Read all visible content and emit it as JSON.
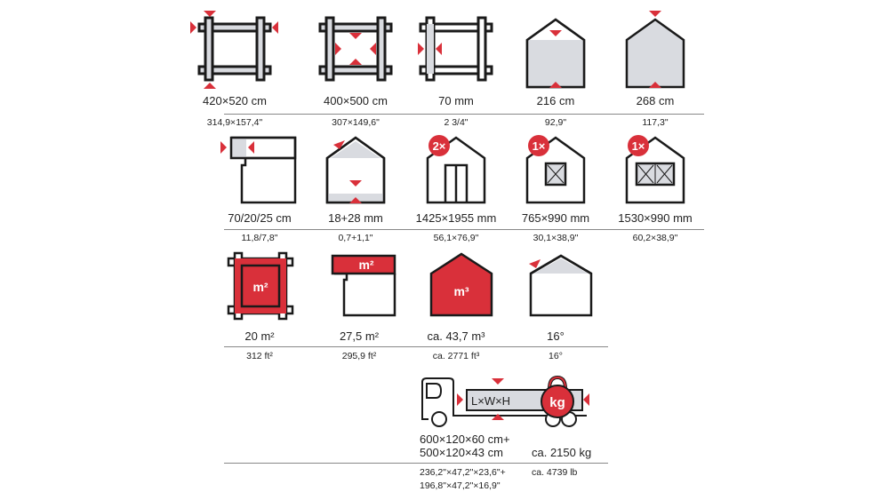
{
  "colors": {
    "accent": "#d9303a",
    "fill": "#d9dbe0",
    "stroke": "#1a1a1a"
  },
  "rows": [
    [
      {
        "icon": "frame-outer-icon",
        "label": "420×520 cm",
        "sub": "314,9×157,4\""
      },
      {
        "icon": "frame-inner-icon",
        "label": "400×500 cm",
        "sub": "307×149,6\""
      },
      {
        "icon": "wall-thickness-icon",
        "label": "70 mm",
        "sub": "2  3/4\""
      },
      {
        "icon": "side-height-icon",
        "label": "216 cm",
        "sub": "92,9\""
      },
      {
        "icon": "ridge-height-icon",
        "label": "268 cm",
        "sub": "117,3\""
      }
    ],
    [
      {
        "icon": "roof-overhang-icon",
        "label": "70/20/25 cm",
        "sub": "11,8/7,8\""
      },
      {
        "icon": "roof-floor-thickness-icon",
        "label": "18+28 mm",
        "sub": "0,7+1,1\""
      },
      {
        "icon": "door-icon",
        "badge": "2×",
        "label": "1425×1955 mm",
        "sub": "56,1×76,9\""
      },
      {
        "icon": "window-icon",
        "badge": "1×",
        "label": "765×990 mm",
        "sub": "30,1×38,9\""
      },
      {
        "icon": "double-window-icon",
        "badge": "1×",
        "label": "1530×990 mm",
        "sub": "60,2×38,9\""
      }
    ],
    [
      {
        "icon": "floor-area-icon",
        "unit": "m²",
        "label": "20 m²",
        "sub": "312 ft²"
      },
      {
        "icon": "roof-area-icon",
        "unit": "m²",
        "label": "27,5 m²",
        "sub": "295,9 ft²"
      },
      {
        "icon": "volume-icon",
        "unit": "m³",
        "label": "ca. 43,7 m³",
        "sub": "ca. 2771 ft³"
      },
      {
        "icon": "roof-pitch-icon",
        "label": "16°",
        "sub": "16°"
      }
    ]
  ],
  "truck": {
    "box_label": "L×W×H",
    "weight_unit": "kg",
    "dims": [
      "600×120×60 cm+",
      "500×120×43 cm"
    ],
    "weight": "ca. 2150 kg",
    "dims_imperial": [
      "236,2\"×47,2\"×23,6\"+",
      "196,8\"×47,2\"×16,9\""
    ],
    "weight_imperial": "ca. 4739 lb"
  }
}
